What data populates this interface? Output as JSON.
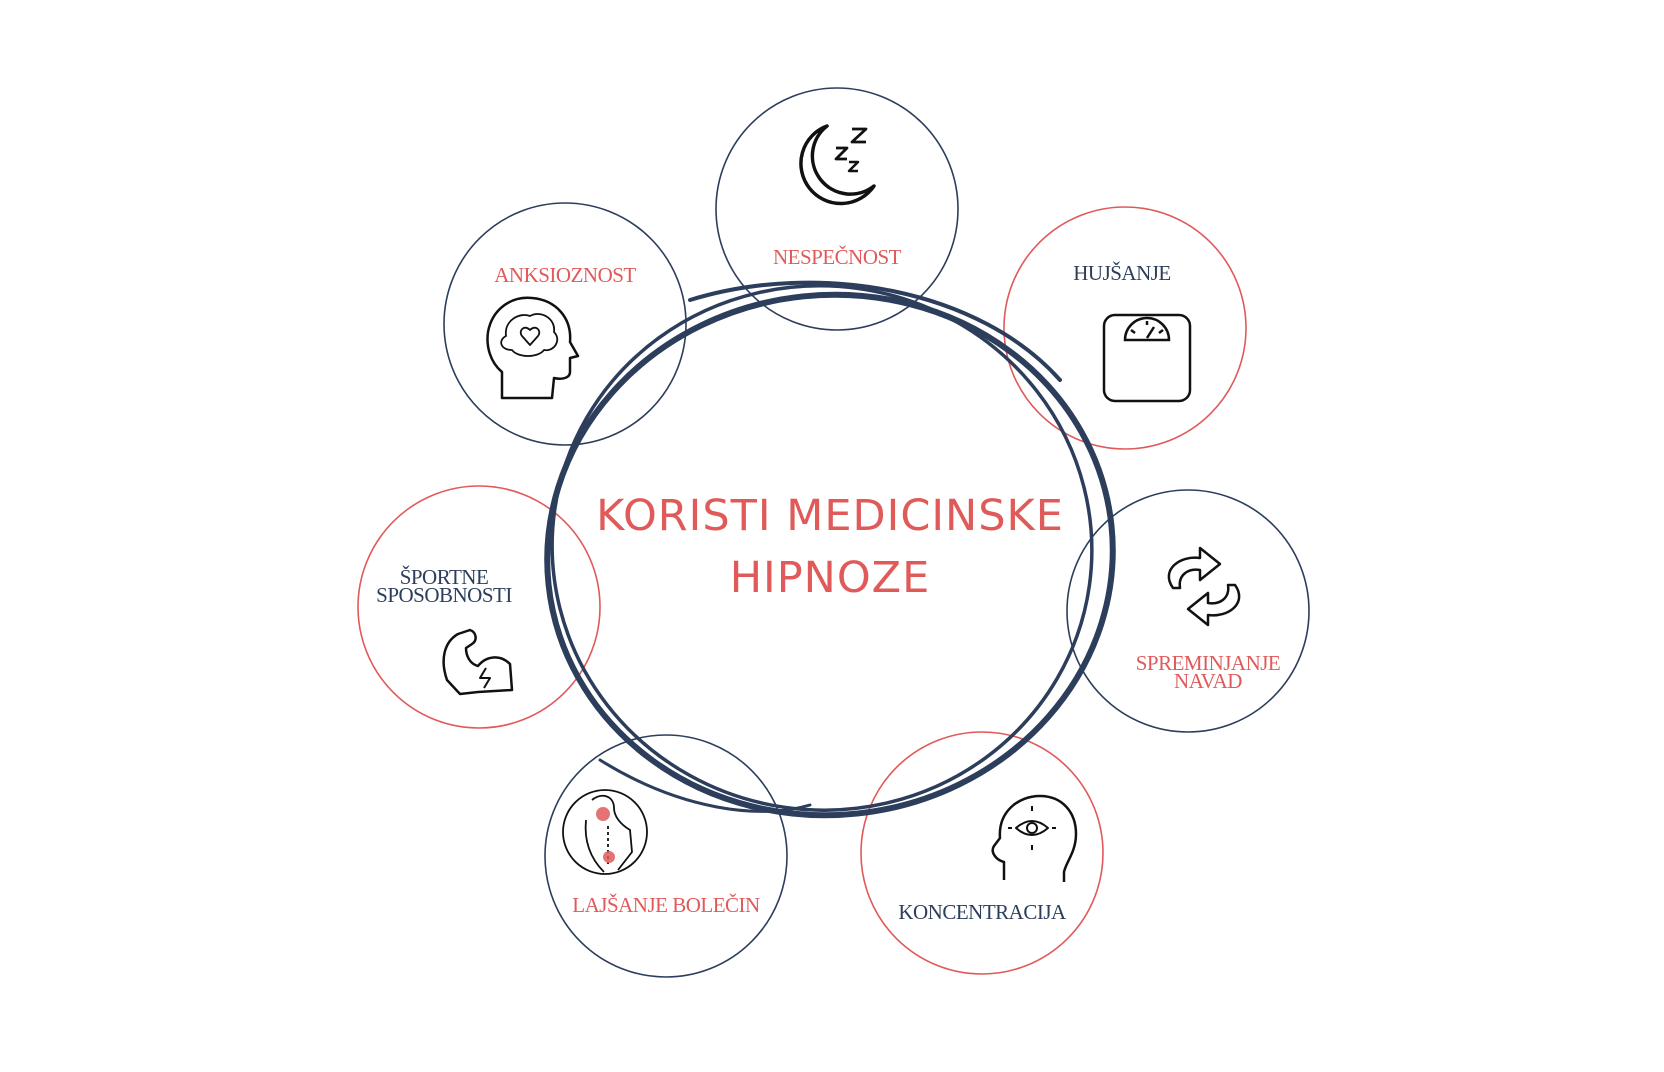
{
  "title": {
    "line1": "KORISTI MEDICINSKE",
    "line2": "HIPNOZE"
  },
  "colors": {
    "accent_red": "#e05a5a",
    "navy": "#2c3e5c",
    "background": "#ffffff"
  },
  "nodes": [
    {
      "id": "nespecnost",
      "label": "NESPEČNOST",
      "icon": "sleep-moon-icon",
      "border": "navy",
      "label_color": "red"
    },
    {
      "id": "hujsanje",
      "label": "HUJŠANJE",
      "icon": "weight-scale-icon",
      "border": "red",
      "label_color": "navy"
    },
    {
      "id": "navade",
      "label_lines": [
        "SPREMINJANJE",
        "NAVAD"
      ],
      "icon": "refresh-arrows-icon",
      "border": "navy",
      "label_color": "red"
    },
    {
      "id": "koncentracija",
      "label": "KONCENTRACIJA",
      "icon": "focus-eye-head-icon",
      "border": "red",
      "label_color": "navy"
    },
    {
      "id": "bolecine",
      "label": "LAJŠANJE BOLEČIN",
      "icon": "back-pain-icon",
      "border": "navy",
      "label_color": "red"
    },
    {
      "id": "sport",
      "label_lines": [
        "ŠPORTNE",
        "SPOSOBNOSTI"
      ],
      "icon": "flexed-arm-icon",
      "border": "red",
      "label_color": "navy"
    },
    {
      "id": "anksioznost",
      "label": "ANKSIOZNOST",
      "icon": "brain-heart-head-icon",
      "border": "navy",
      "label_color": "red"
    }
  ]
}
